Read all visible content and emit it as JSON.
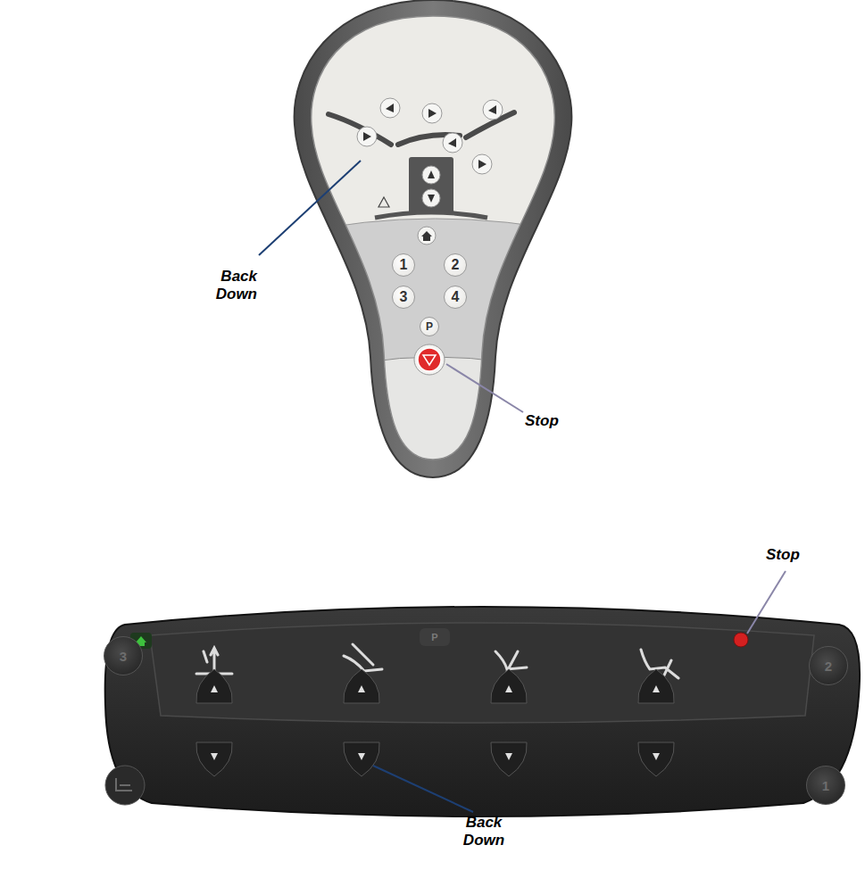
{
  "diagram": {
    "nodes": [
      {
        "text": [
          "1"
        ]
      },
      {
        "text": [
          "2"
        ]
      },
      {
        "text": [
          "3"
        ]
      },
      {
        "text": [
          "4"
        ]
      },
      {
        "text": [
          "P"
        ]
      },
      {
        "text": [
          "3"
        ]
      },
      {
        "text": [
          "P"
        ]
      },
      {
        "text": [
          "2"
        ]
      },
      {
        "text": [
          "1"
        ]
      }
    ],
    "labels": [
      "Back Down",
      "Stop",
      "Stop",
      "Back Down"
    ]
  }
}
